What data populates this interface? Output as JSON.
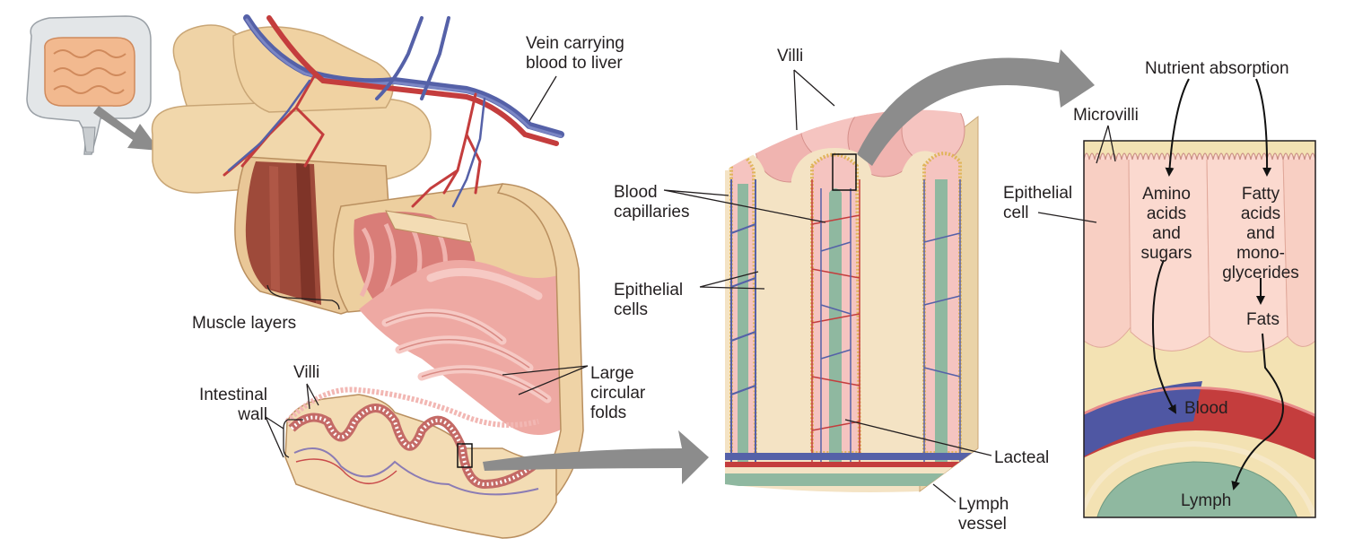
{
  "labels": {
    "vein": "Vein carrying\nblood to liver",
    "muscle_layers": "Muscle layers",
    "villi_left": "Villi",
    "intestinal_wall": "Intestinal\nwall",
    "large_circular_folds": "Large\ncircular\nfolds",
    "villi_middle": "Villi",
    "blood_capillaries": "Blood\ncapillaries",
    "epithelial_cells": "Epithelial\ncells",
    "lacteal": "Lacteal",
    "lymph_vessel": "Lymph\nvessel",
    "nutrient_absorption": "Nutrient absorption",
    "microvilli": "Microvilli",
    "epithelial_cell": "Epithelial\ncell",
    "amino_acids_sugars": "Amino\nacids\nand\nsugars",
    "fatty_acids": "Fatty\nacids\nand\nmono-\nglycerides",
    "fats": "Fats",
    "blood": "Blood",
    "lymph": "Lymph"
  },
  "colors": {
    "tissue_beige": "#f3dcb4",
    "intestine_tan": "#edcf9f",
    "muscle_brown": "#9e4a3a",
    "mucosa_pink": "#f0b3ae",
    "villus_pink": "#f5c4c0",
    "artery_red": "#c43d3d",
    "vein_blue": "#5561a8",
    "lymph_green": "#8fb8a0",
    "arrow_gray": "#8c8c8c",
    "epithelium_yellow": "#e7c46a"
  }
}
